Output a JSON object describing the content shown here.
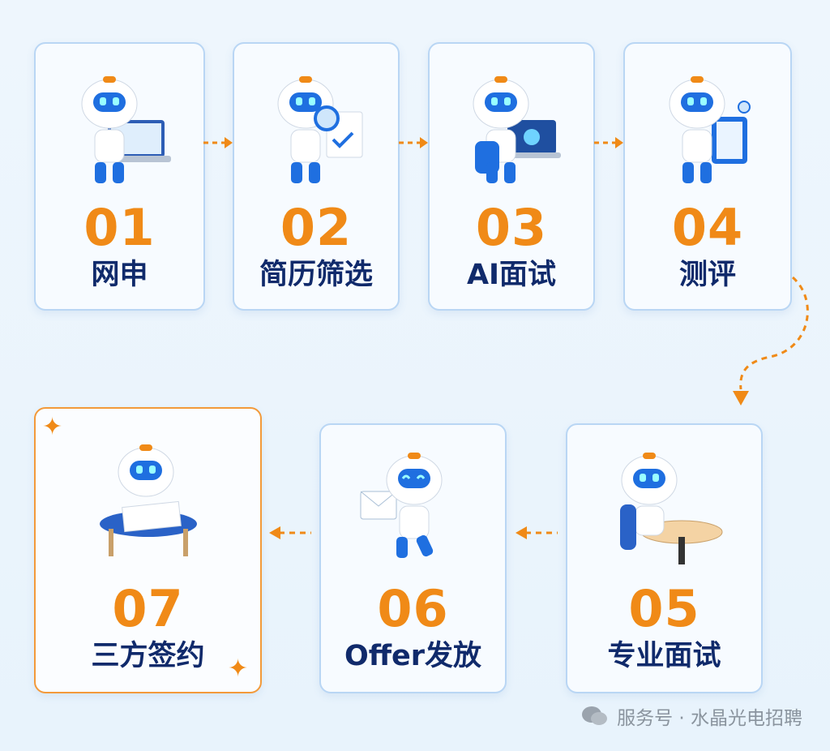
{
  "steps": [
    {
      "num": "01",
      "label": "网申",
      "robot": "robot-laptop-icon"
    },
    {
      "num": "02",
      "label": "简历筛选",
      "robot": "robot-magnifier-icon"
    },
    {
      "num": "03",
      "label": "AI面试",
      "robot": "robot-ai-laptop-icon"
    },
    {
      "num": "04",
      "label": "测评",
      "robot": "robot-clipboard-icon"
    },
    {
      "num": "05",
      "label": "专业面试",
      "robot": "robot-table-icon"
    },
    {
      "num": "06",
      "label": "Offer发放",
      "robot": "robot-envelope-icon"
    },
    {
      "num": "07",
      "label": "三方签约",
      "robot": "robot-signing-icon"
    }
  ],
  "watermark": "服务号 · 水晶光电招聘",
  "colors": {
    "accent": "#f08a17",
    "text": "#102a6b",
    "robot_blue": "#1f6fe0",
    "card_border": "#b9d6f4"
  }
}
